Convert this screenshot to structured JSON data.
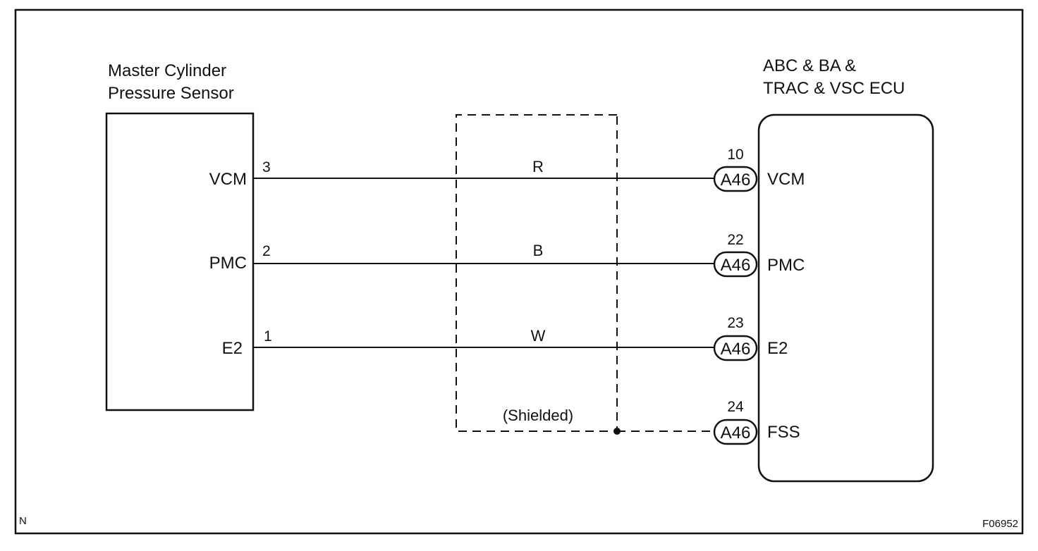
{
  "sensor": {
    "title_line1": "Master Cylinder",
    "title_line2": "Pressure Sensor",
    "terminals": [
      {
        "name": "VCM",
        "pin": "3"
      },
      {
        "name": "PMC",
        "pin": "2"
      },
      {
        "name": "E2",
        "pin": "1"
      }
    ]
  },
  "ecu": {
    "title_line1": "ABC & BA &",
    "title_line2": "TRAC & VSC ECU",
    "terminals": [
      {
        "name": "VCM",
        "pin": "10",
        "connector": "A46"
      },
      {
        "name": "PMC",
        "pin": "22",
        "connector": "A46"
      },
      {
        "name": "E2",
        "pin": "23",
        "connector": "A46"
      },
      {
        "name": "FSS",
        "pin": "24",
        "connector": "A46"
      }
    ]
  },
  "wires": [
    {
      "color_code": "R"
    },
    {
      "color_code": "B"
    },
    {
      "color_code": "W"
    }
  ],
  "shield": {
    "label": "(Shielded)"
  },
  "footer": {
    "left_code": "N",
    "figure_id": "F06952"
  }
}
